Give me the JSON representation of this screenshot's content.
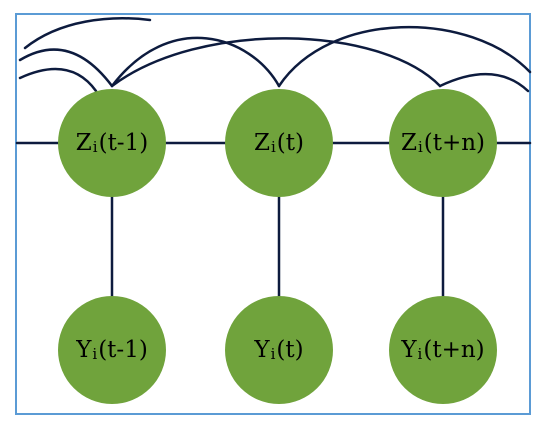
{
  "diagram": {
    "node_color": "#70a33c",
    "edge_color": "#0d1b3e",
    "frame_color": "#5b9bd5",
    "hidden_nodes": [
      {
        "id": "z1",
        "var": "Z",
        "sub": "i",
        "arg": "(t-1)"
      },
      {
        "id": "z2",
        "var": "Z",
        "sub": "i",
        "arg": "(t)"
      },
      {
        "id": "z3",
        "var": "Z",
        "sub": "i",
        "arg": "(t+n)"
      }
    ],
    "observed_nodes": [
      {
        "id": "y1",
        "var": "Y",
        "sub": "i",
        "arg": "(t-1)"
      },
      {
        "id": "y2",
        "var": "Y",
        "sub": "i",
        "arg": "(t)"
      },
      {
        "id": "y3",
        "var": "Y",
        "sub": "i",
        "arg": "(t+n)"
      }
    ]
  }
}
